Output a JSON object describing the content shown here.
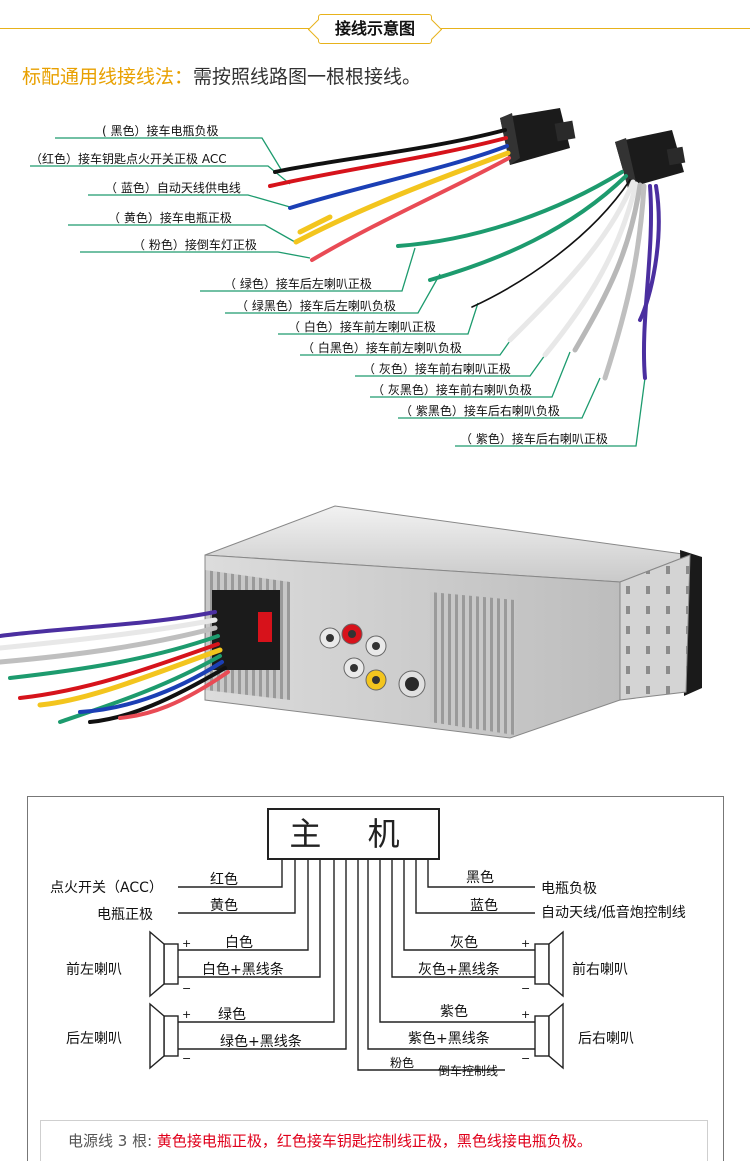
{
  "header": {
    "title": "接线示意图"
  },
  "subtitle": {
    "label": "标配通用线接线法：",
    "text": "需按照线路图一根根接线。"
  },
  "wire_labels": [
    "( 黑色）接车电瓶负极",
    "（红色）接车钥匙点火开关正极 ACC",
    "（ 蓝色）自动天线供电线",
    "（ 黄色）接车电瓶正极",
    "（ 粉色）接倒车灯正极",
    "（ 绿色）接车后左喇叭正极",
    "（ 绿黑色）接车后左喇叭负极",
    "（ 白色）接车前左喇叭正极",
    "（ 白黑色）接车前左喇叭负极",
    "（ 灰色）接车前右喇叭正极",
    "（ 灰黑色）接车前右喇叭负极",
    "（ 紫黑色）接车后右喇叭负极",
    "（ 紫色）接车后右喇叭正极"
  ],
  "colors": {
    "accent": "#e7b21b",
    "orange": "#e8a000",
    "red": "#e0001b",
    "green": "#1d9b6e",
    "purple": "#4b2fa0"
  },
  "schematic": {
    "host": "主 机",
    "left": {
      "ignition": "点火开关（ACC）",
      "ignition_wire": "红色",
      "battery_pos": "电瓶正极",
      "battery_pos_wire": "黄色",
      "front_left": "前左喇叭",
      "front_left_pos_wire": "白色",
      "front_left_neg_wire": "白色+黑线条",
      "rear_left": "后左喇叭",
      "rear_left_pos_wire": "绿色",
      "rear_left_neg_wire": "绿色+黑线条"
    },
    "right": {
      "battery_neg_wire": "黑色",
      "battery_neg": "电瓶负极",
      "antenna_wire": "蓝色",
      "antenna": "自动天线/低音炮控制线",
      "front_right": "前右喇叭",
      "front_right_pos_wire": "灰色",
      "front_right_neg_wire": "灰色+黑线条",
      "rear_right": "后右喇叭",
      "rear_right_pos_wire": "紫色",
      "rear_right_neg_wire": "紫色+黑线条"
    },
    "reverse_wire": "粉色",
    "reverse": "倒车控制线",
    "plus": "+",
    "minus": "−"
  },
  "note": {
    "label": "电源线 3 根:",
    "text": "黄色接电瓶正极，红色接车钥匙控制线正极，黑色线接电瓶负极。"
  }
}
